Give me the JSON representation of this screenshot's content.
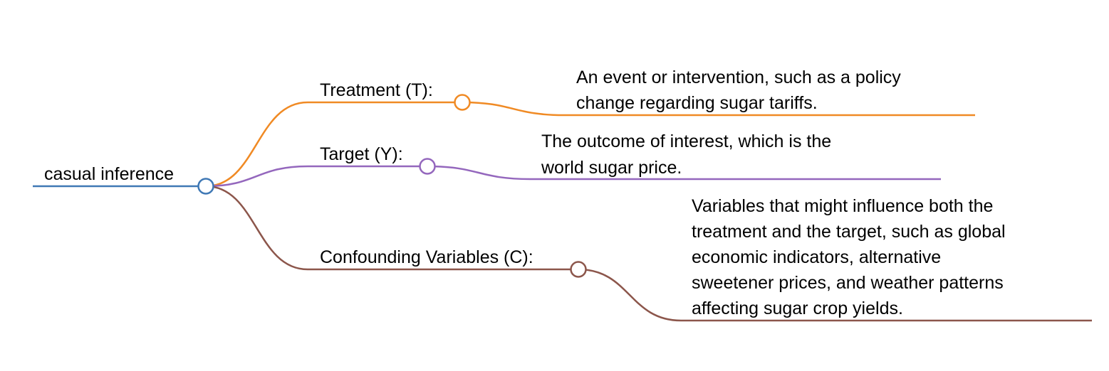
{
  "mindmap": {
    "root": {
      "label": "casual inference",
      "color": "#3f78b5"
    },
    "branches": [
      {
        "label": "Treatment (T):",
        "color": "#f08a24",
        "detail": [
          "An event or intervention, such as a policy",
          "change regarding sugar tariffs."
        ]
      },
      {
        "label": "Target (Y):",
        "color": "#9467bd",
        "detail": [
          "The outcome of interest, which is the",
          "world sugar price."
        ]
      },
      {
        "label": "Confounding Variables (C):",
        "color": "#8c564b",
        "detail": [
          "Variables that might influence both the",
          "treatment and the target, such as global",
          "economic indicators, alternative",
          "sweetener prices, and weather patterns",
          "affecting sugar crop yields."
        ]
      }
    ]
  }
}
